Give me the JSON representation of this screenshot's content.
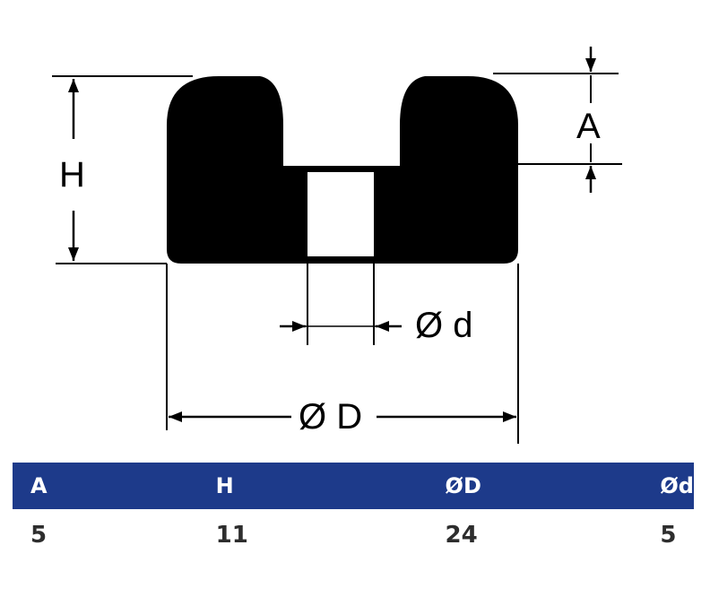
{
  "diagram": {
    "labels": {
      "a": "A",
      "h": "H",
      "inner_diameter": "Ø d",
      "outer_diameter": "Ø D"
    }
  },
  "table": {
    "headers": [
      "A",
      "H",
      "ØD",
      "Ød"
    ],
    "rows": [
      [
        "5",
        "11",
        "24",
        "5"
      ]
    ]
  },
  "colors": {
    "header_bg": "#1d3a8a",
    "header_text": "#ffffff",
    "shape_fill": "#000000"
  }
}
